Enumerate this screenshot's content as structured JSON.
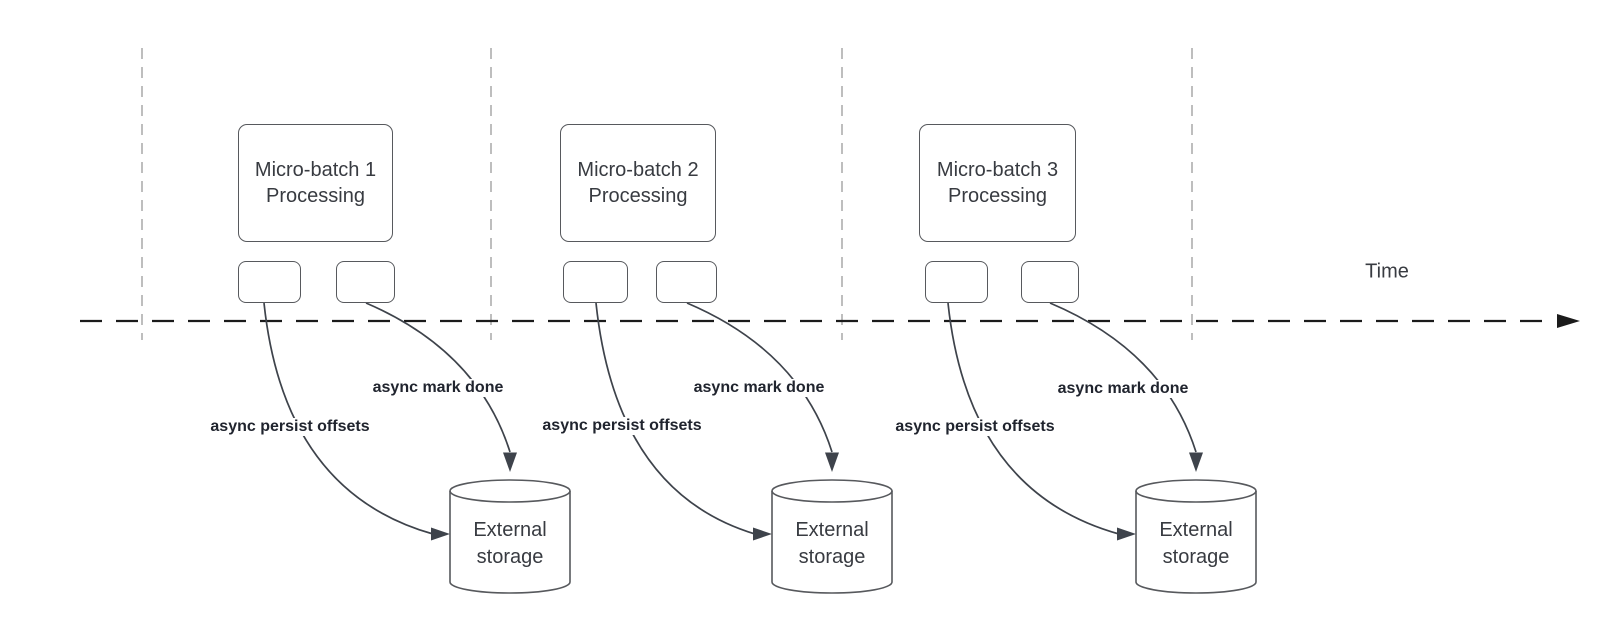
{
  "colors": {
    "background": "#ffffff",
    "axis": "#1b1b1b",
    "guide": "#a8a8a8",
    "shape_border": "#57595d",
    "shape_fill": "#ffffff",
    "arrow": "#3e434b",
    "text": "#383b41",
    "label_text": "#20242e"
  },
  "time_axis": {
    "label": "Time"
  },
  "groups": [
    {
      "box_line1": "Micro-batch 1",
      "box_line2": "Processing",
      "persist_label": "async persist offsets",
      "mark_label": "async mark done",
      "storage_line1": "External",
      "storage_line2": "storage"
    },
    {
      "box_line1": "Micro-batch 2",
      "box_line2": "Processing",
      "persist_label": "async persist offsets",
      "mark_label": "async mark done",
      "storage_line1": "External",
      "storage_line2": "storage"
    },
    {
      "box_line1": "Micro-batch 3",
      "box_line2": "Processing",
      "persist_label": "async persist offsets",
      "mark_label": "async mark done",
      "storage_line1": "External",
      "storage_line2": "storage"
    }
  ]
}
